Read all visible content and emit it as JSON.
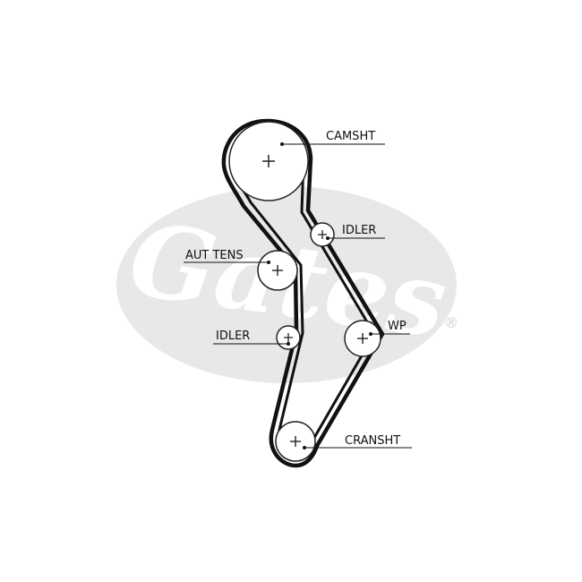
{
  "colors": {
    "belt": "#111111",
    "pulley": "#222222",
    "leader": "#111111",
    "watermark": "#e8e8e8",
    "watermark_text": "#ffffff",
    "background": "#ffffff"
  },
  "watermark": {
    "text": "Gates",
    "registered_mark": "®"
  },
  "labels": {
    "camshaft": "CAMSHT",
    "idler_upper": "IDLER",
    "auto_tensioner": "AUT TENS",
    "idler_lower": "IDLER",
    "water_pump": "WP",
    "crankshaft": "CRANSHT"
  },
  "icons": {
    "pulley_center": "plus-icon"
  }
}
